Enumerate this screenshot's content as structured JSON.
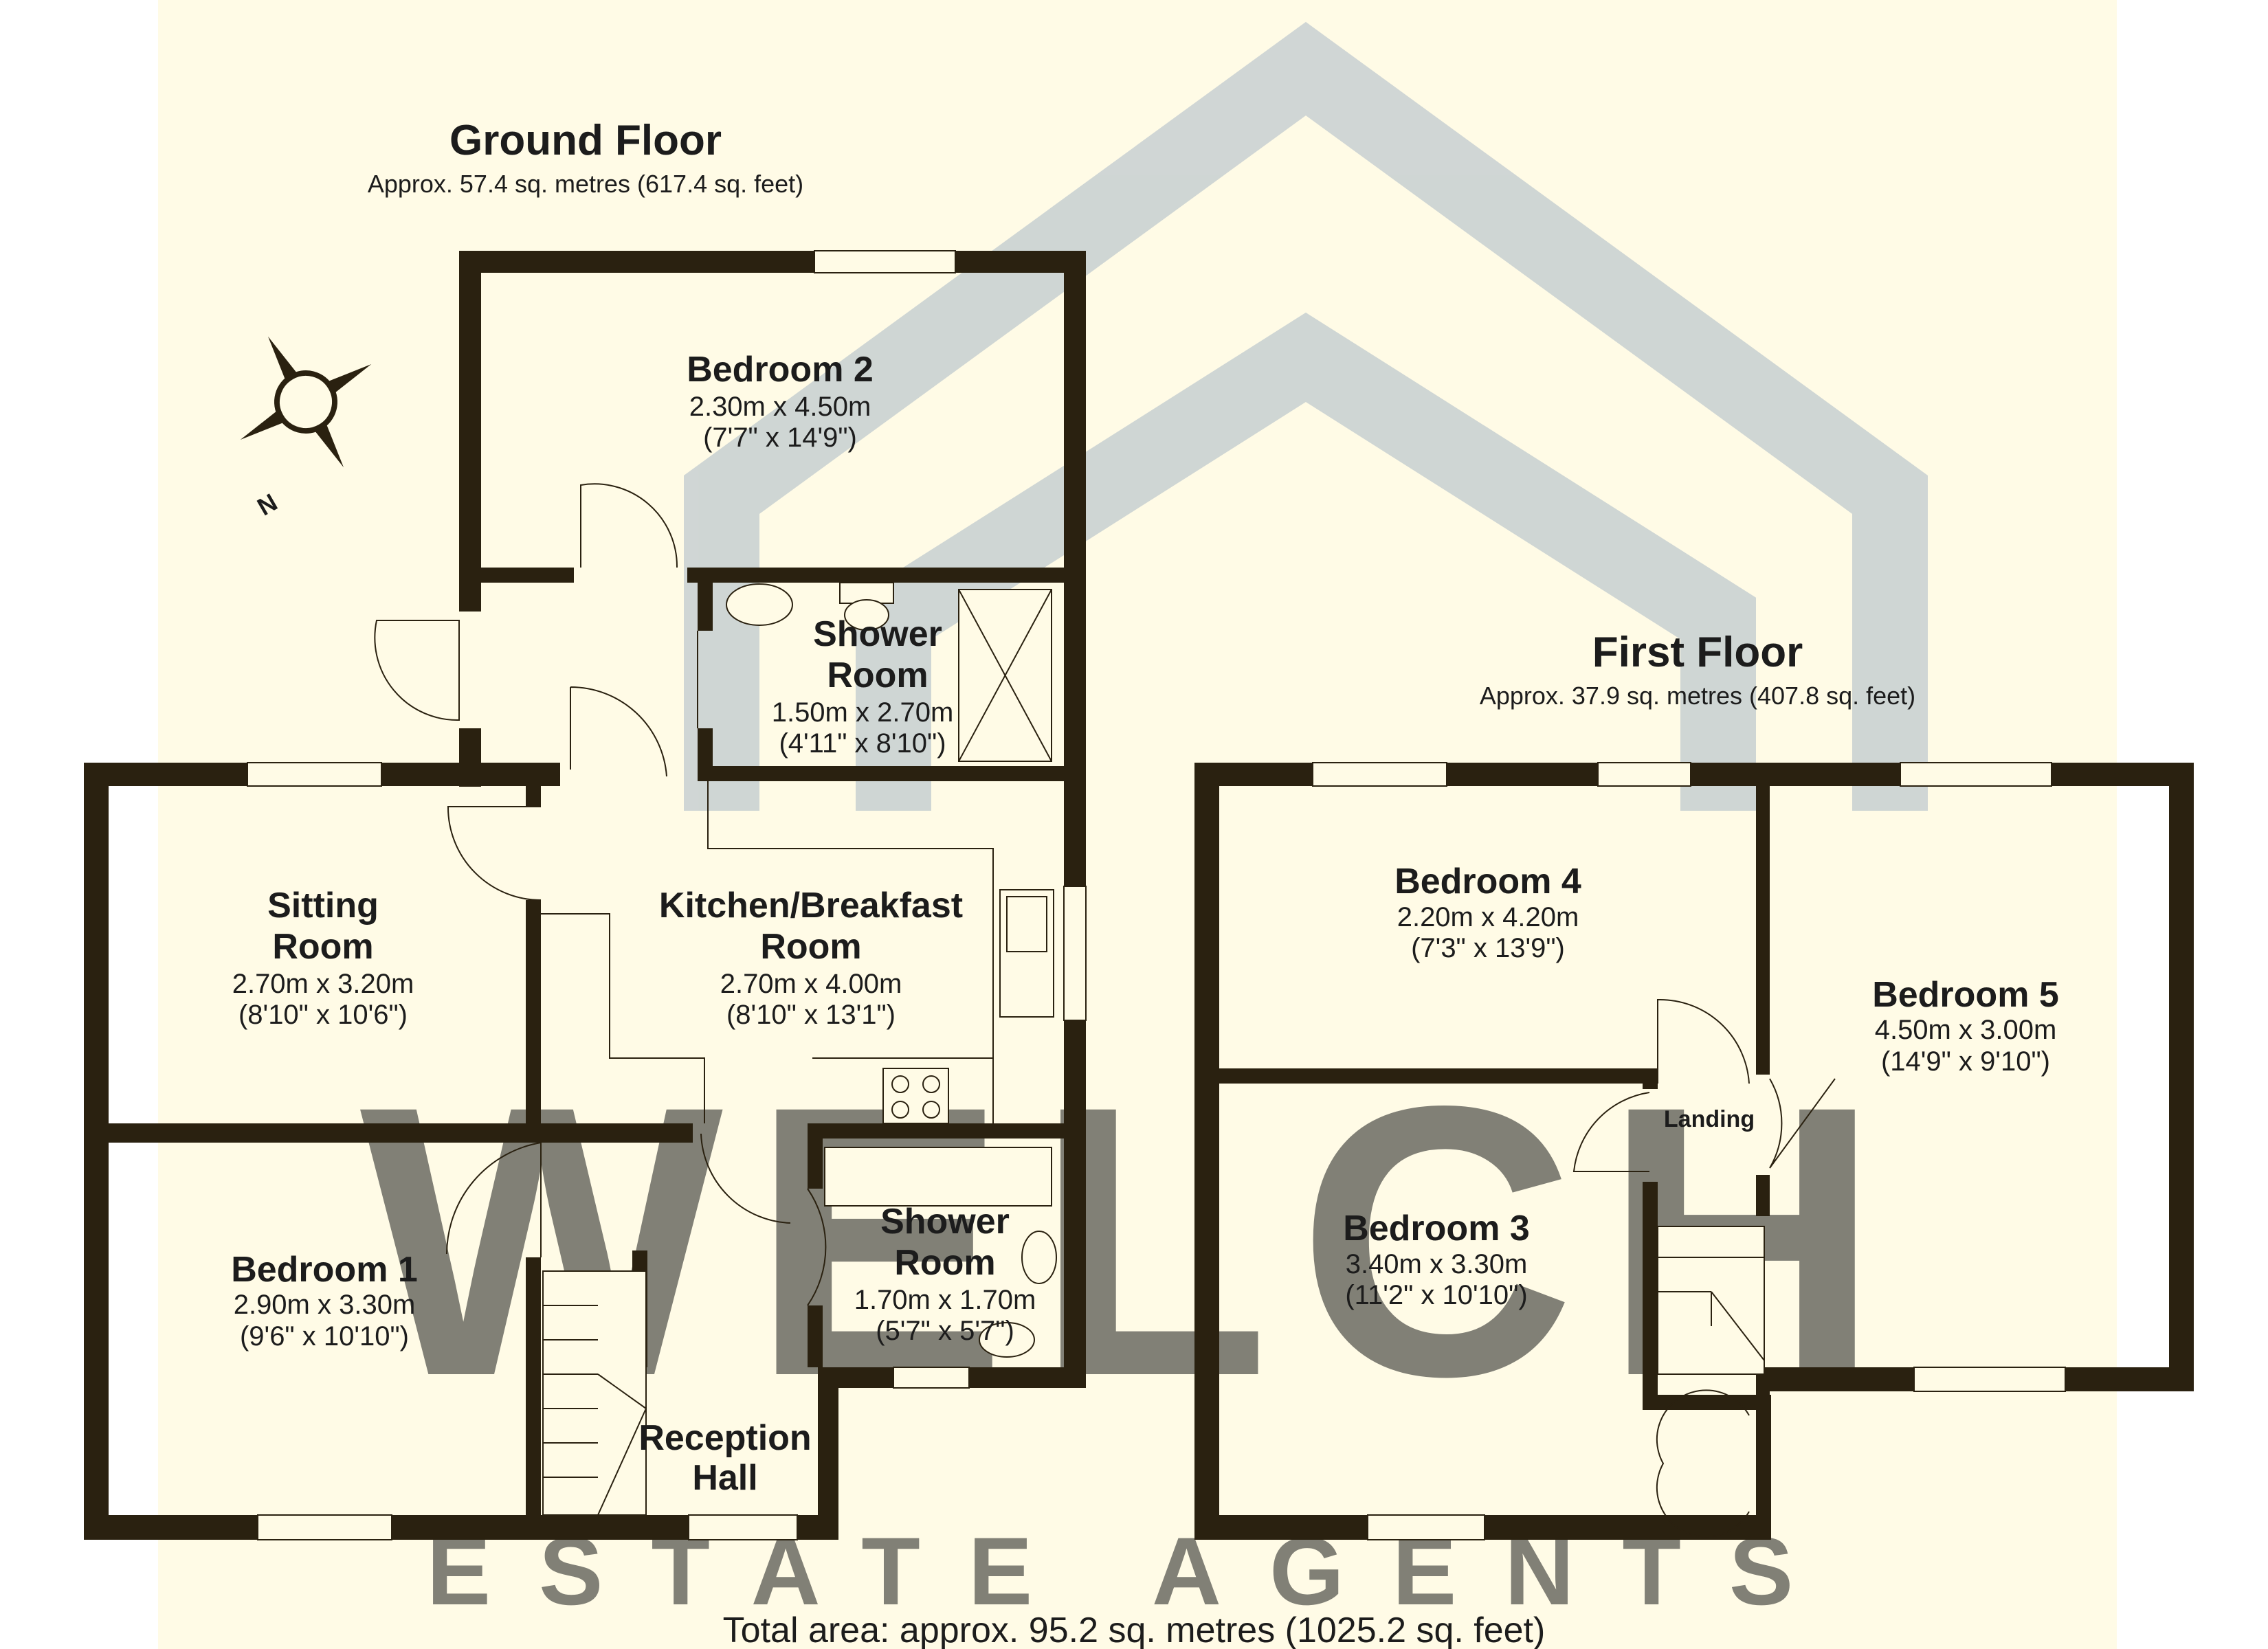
{
  "colors": {
    "background": "#fffbe6",
    "wall": "#2a2110",
    "watermark": "#a9b8c6"
  },
  "watermark": {
    "brand": "WELCH",
    "tagline": "ESTATE AGENTS"
  },
  "compass": {
    "north_label": "N"
  },
  "ground_floor": {
    "title": "Ground Floor",
    "area": "Approx. 57.4 sq. metres (617.4 sq. feet)",
    "rooms": {
      "bedroom2": {
        "name": "Bedroom 2",
        "dim_m": "2.30m x 4.50m",
        "dim_ft": "(7'7\" x 14'9\")"
      },
      "shower1": {
        "name1": "Shower",
        "name2": "Room",
        "dim_m": "1.50m x 2.70m",
        "dim_ft": "(4'11\" x 8'10\")"
      },
      "sitting": {
        "name1": "Sitting",
        "name2": "Room",
        "dim_m": "2.70m x 3.20m",
        "dim_ft": "(8'10\" x 10'6\")"
      },
      "kitchen": {
        "name1": "Kitchen/Breakfast",
        "name2": "Room",
        "dim_m": "2.70m x 4.00m",
        "dim_ft": "(8'10\" x 13'1\")"
      },
      "bedroom1": {
        "name": "Bedroom 1",
        "dim_m": "2.90m x 3.30m",
        "dim_ft": "(9'6\" x 10'10\")"
      },
      "shower2": {
        "name1": "Shower",
        "name2": "Room",
        "dim_m": "1.70m x 1.70m",
        "dim_ft": "(5'7\" x 5'7\")"
      },
      "reception": {
        "name1": "Reception",
        "name2": "Hall"
      }
    }
  },
  "first_floor": {
    "title": "First Floor",
    "area": "Approx. 37.9 sq. metres (407.8 sq. feet)",
    "rooms": {
      "bedroom4": {
        "name": "Bedroom 4",
        "dim_m": "2.20m x 4.20m",
        "dim_ft": "(7'3\" x 13'9\")"
      },
      "bedroom5": {
        "name": "Bedroom 5",
        "dim_m": "4.50m x 3.00m",
        "dim_ft": "(14'9\" x 9'10\")"
      },
      "bedroom3": {
        "name": "Bedroom 3",
        "dim_m": "3.40m x 3.30m",
        "dim_ft": "(11'2\" x 10'10\")"
      },
      "landing": {
        "name": "Landing"
      }
    }
  },
  "total_area": "Total area: approx. 95.2 sq. metres (1025.2 sq. feet)"
}
